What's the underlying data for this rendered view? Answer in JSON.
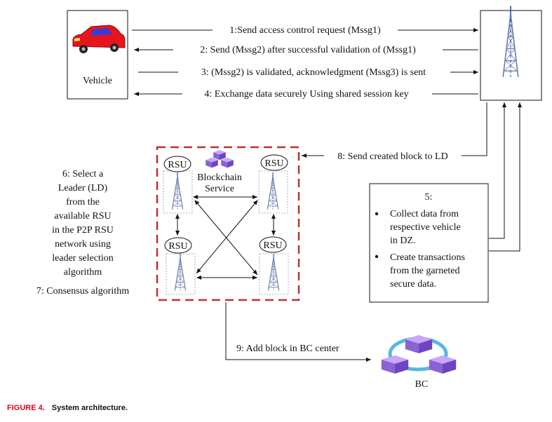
{
  "vehicle": {
    "label": "Vehicle"
  },
  "messages": [
    "1:Send access control request (Mssg1)",
    "2: Send (Mssg2) after successful validation of (Mssg1)",
    "3: (Mssg2) is validated, acknowledgment (Mssg3) is sent",
    "4: Exchange data securely Using shared session key"
  ],
  "step8": "8: Send  created  block to LD",
  "step9": "9: Add block in BC center",
  "rsu_label": "RSU",
  "blockchain_service": [
    "Blockchain",
    "Service"
  ],
  "step6_lines": [
    "6: Select a",
    "Leader (LD)",
    "from the",
    "available RSU",
    "in the P2P RSU",
    "network using",
    "leader selection",
    "algorithm"
  ],
  "step7": "7: Consensus algorithm",
  "step5": {
    "title": "5:",
    "bullet1": [
      "Collect data from",
      "respective vehicle",
      "in DZ."
    ],
    "bullet2": [
      "Create transactions",
      "from the garneted",
      "secure data."
    ]
  },
  "bc_label": "BC",
  "caption": {
    "number": "FIGURE 4.",
    "text": "System architecture."
  },
  "colors": {
    "dashed_border": "#c0302e",
    "car": "#e8141c",
    "tower": "#6f7fa6",
    "blockchain": "#8a63d2",
    "link": "#58b7e0"
  }
}
